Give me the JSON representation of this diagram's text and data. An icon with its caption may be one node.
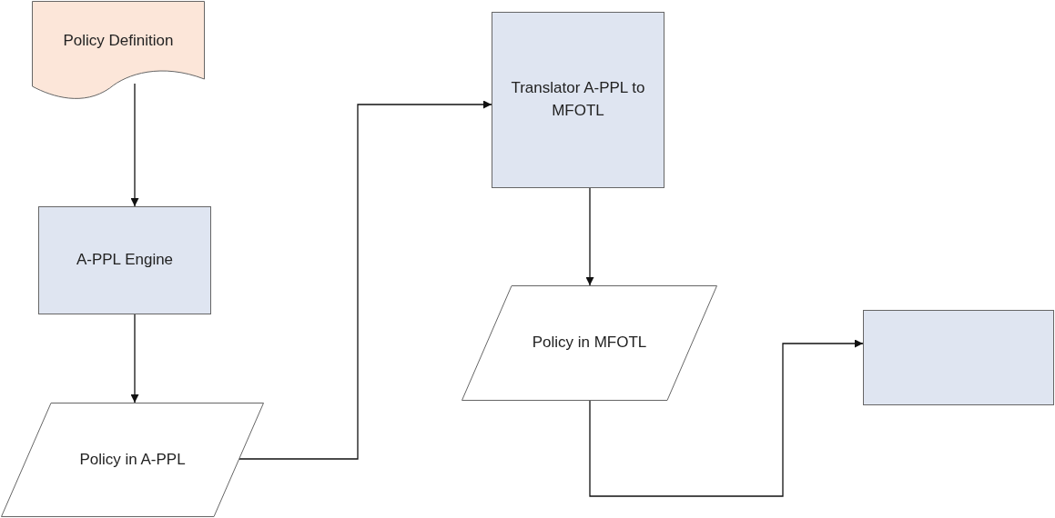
{
  "diagram": {
    "nodes": [
      {
        "text": [
          "Policy Definition"
        ]
      },
      {
        "text": [
          "A-PPL Engine"
        ]
      },
      {
        "text": [
          "Policy in A-PPL"
        ]
      },
      {
        "text": [
          "Translator A-PPL to MFOTL"
        ]
      },
      {
        "text": [
          "Policy in MFOTL"
        ]
      },
      {
        "text": [],
        "shape": "box"
      }
    ],
    "edges": [
      {
        "from": 0,
        "to": 1,
        "arrow": "to"
      },
      {
        "from": 1,
        "to": 2,
        "arrow": "to"
      },
      {
        "from": 2,
        "to": 3,
        "arrow": "to"
      },
      {
        "from": 3,
        "to": 4,
        "arrow": "to"
      },
      {
        "from": 4,
        "to": 5,
        "arrow": "to"
      }
    ]
  }
}
